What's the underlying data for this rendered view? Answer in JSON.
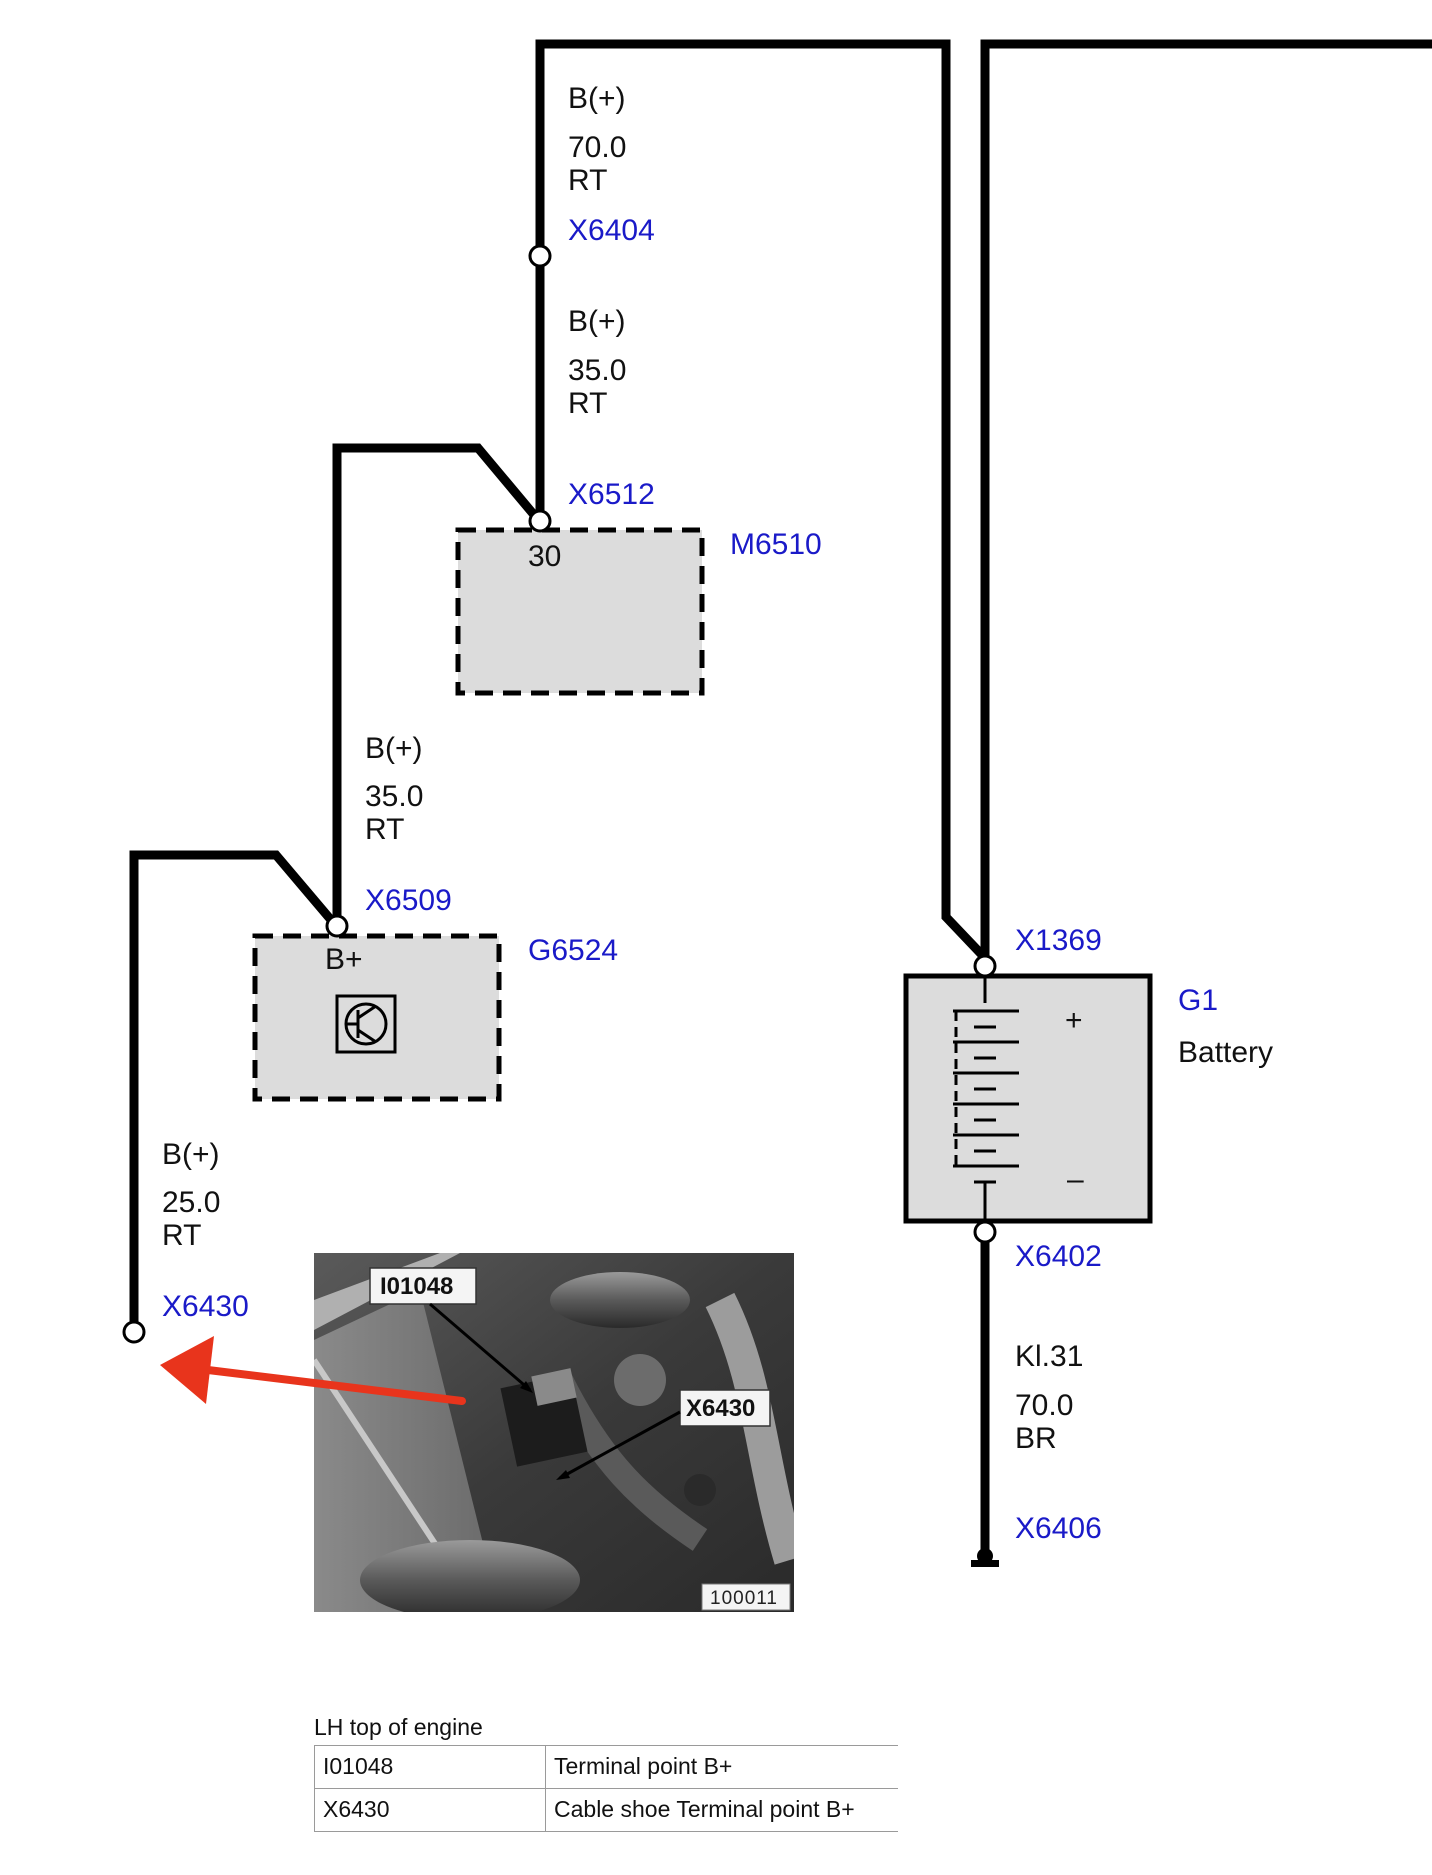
{
  "wires": {
    "top_left": {
      "signal": "B(+)",
      "size": "70.0",
      "color": "RT"
    },
    "upper_mid": {
      "signal": "B(+)",
      "size": "35.0",
      "color": "RT"
    },
    "middle": {
      "signal": "B(+)",
      "size": "35.0",
      "color": "RT"
    },
    "lower_left": {
      "signal": "B(+)",
      "size": "25.0",
      "color": "RT"
    },
    "ground": {
      "signal": "Kl.31",
      "size": "70.0",
      "color": "BR"
    }
  },
  "connectors": {
    "x6404": "X6404",
    "x6512": "X6512",
    "x6509": "X6509",
    "x6430": "X6430",
    "x1369": "X1369",
    "x6402": "X6402",
    "x6406": "X6406"
  },
  "components": {
    "m6510": {
      "id": "M6510",
      "pin": "30"
    },
    "g6524": {
      "id": "G6524",
      "pin": "B+"
    },
    "g1": {
      "id": "G1",
      "name": "Battery",
      "plus": "+",
      "minus": "–"
    }
  },
  "photo": {
    "tag1": "I01048",
    "tag2": "X6430",
    "image_number": "100011"
  },
  "legend": {
    "caption": "LH top of engine",
    "rows": [
      {
        "code": "I01048",
        "description": "Terminal point B+"
      },
      {
        "code": "X6430",
        "description": "Cable shoe Terminal point B+"
      }
    ]
  },
  "colors": {
    "connector_text": "#1a1ac8",
    "wire": "#000000",
    "component_fill": "#dcdcdc",
    "arrow": "#e8341c"
  }
}
